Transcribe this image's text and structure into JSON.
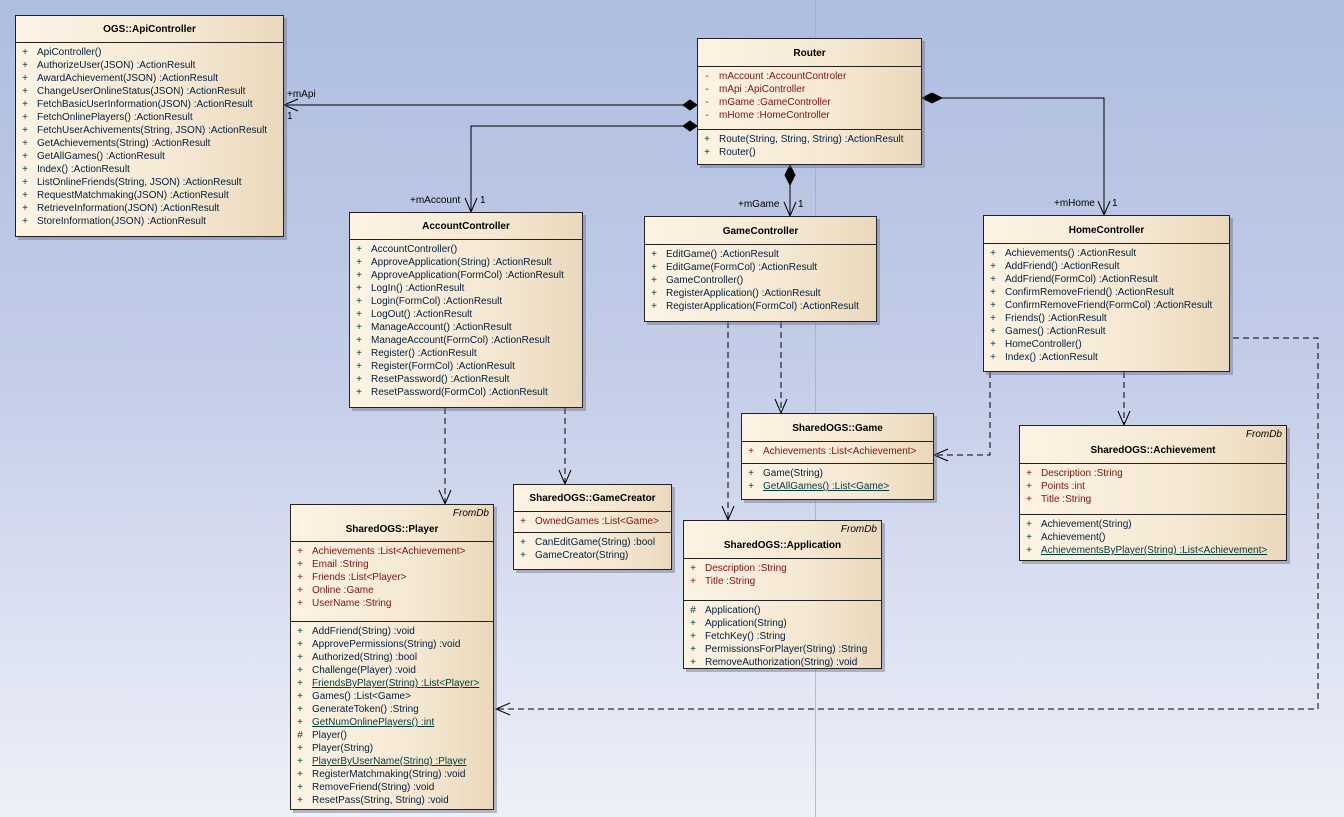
{
  "classes": {
    "api": {
      "title": "OGS::ApiController",
      "operations": [
        {
          "vis": "+",
          "text": "ApiController()"
        },
        {
          "vis": "+",
          "text": "AuthorizeUser(JSON)  :ActionResult"
        },
        {
          "vis": "+",
          "text": "AwardAchievement(JSON)  :ActionResult"
        },
        {
          "vis": "+",
          "text": "ChangeUserOnlineStatus(JSON)  :ActionResult"
        },
        {
          "vis": "+",
          "text": "FetchBasicUserInformation(JSON)  :ActionResult"
        },
        {
          "vis": "+",
          "text": "FetchOnlinePlayers()  :ActionResult"
        },
        {
          "vis": "+",
          "text": "FetchUserAchivements(String, JSON)  :ActionResult"
        },
        {
          "vis": "+",
          "text": "GetAchievements(String)  :ActionResult"
        },
        {
          "vis": "+",
          "text": "GetAllGames()  :ActionResult"
        },
        {
          "vis": "+",
          "text": "Index()  :ActionResult"
        },
        {
          "vis": "+",
          "text": "ListOnlineFriends(String, JSON)  :ActionResult"
        },
        {
          "vis": "+",
          "text": "RequestMatchmaking(JSON)  :ActionResult"
        },
        {
          "vis": "+",
          "text": "RetrieveInformation(JSON)  :ActionResult"
        },
        {
          "vis": "+",
          "text": "StoreInformation(JSON)  :ActionResult"
        }
      ]
    },
    "router": {
      "title": "Router",
      "attributes": [
        {
          "vis": "-",
          "text": "mAccount  :AccountControler"
        },
        {
          "vis": "-",
          "text": "mApi  :ApiController"
        },
        {
          "vis": "-",
          "text": "mGame  :GameController"
        },
        {
          "vis": "-",
          "text": "mHome  :HomeController"
        }
      ],
      "operations": [
        {
          "vis": "+",
          "text": "Route(String, String, String)  :ActionResult"
        },
        {
          "vis": "+",
          "text": "Router()"
        }
      ]
    },
    "account": {
      "title": "AccountController",
      "operations": [
        {
          "vis": "+",
          "text": "AccountController()"
        },
        {
          "vis": "+",
          "text": "ApproveApplication(String)  :ActionResult"
        },
        {
          "vis": "+",
          "text": "ApproveApplication(FormCol)  :ActionResult"
        },
        {
          "vis": "+",
          "text": "LogIn()  :ActionResult"
        },
        {
          "vis": "+",
          "text": "Login(FormCol)  :ActionResult"
        },
        {
          "vis": "+",
          "text": "LogOut()  :ActionResult"
        },
        {
          "vis": "+",
          "text": "ManageAccount()  :ActionResult"
        },
        {
          "vis": "+",
          "text": "ManageAccount(FormCol)  :ActionResult"
        },
        {
          "vis": "+",
          "text": "Register()  :ActionResult"
        },
        {
          "vis": "+",
          "text": "Register(FormCol)  :ActionResult"
        },
        {
          "vis": "+",
          "text": "ResetPassword()  :ActionResult"
        },
        {
          "vis": "+",
          "text": "ResetPassword(FormCol)  :ActionResult"
        }
      ]
    },
    "game_ctrl": {
      "title": "GameController",
      "operations": [
        {
          "vis": "+",
          "text": "EditGame()  :ActionResult"
        },
        {
          "vis": "+",
          "text": "EditGame(FormCol)  :ActionResult"
        },
        {
          "vis": "+",
          "text": "GameController()"
        },
        {
          "vis": "+",
          "text": "RegisterApplication()  :ActionResult"
        },
        {
          "vis": "+",
          "text": "RegisterApplication(FormCol)  :ActionResult"
        }
      ]
    },
    "home": {
      "title": "HomeController",
      "operations": [
        {
          "vis": "+",
          "text": "Achievements()  :ActionResult"
        },
        {
          "vis": "+",
          "text": "AddFriend()  :ActionResult"
        },
        {
          "vis": "+",
          "text": "AddFriend(FormCol)  :ActionResult"
        },
        {
          "vis": "+",
          "text": "ConfirmRemoveFriend()  :ActionResult"
        },
        {
          "vis": "+",
          "text": "ConfirmRemoveFriend(FormCol)  :ActionResult"
        },
        {
          "vis": "+",
          "text": "Friends()  :ActionResult"
        },
        {
          "vis": "+",
          "text": "Games()  :ActionResult"
        },
        {
          "vis": "+",
          "text": "HomeController()"
        },
        {
          "vis": "+",
          "text": "Index()  :ActionResult"
        }
      ]
    },
    "player": {
      "title": "SharedOGS::Player",
      "stereotype": "FromDb",
      "attributes": [
        {
          "vis": "+",
          "text": "Achievements  :List<Achievement>"
        },
        {
          "vis": "+",
          "text": "Email  :String"
        },
        {
          "vis": "+",
          "text": "Friends  :List<Player>"
        },
        {
          "vis": "+",
          "text": "Online  :Game"
        },
        {
          "vis": "+",
          "text": "UserName  :String"
        }
      ],
      "operations": [
        {
          "vis": "+",
          "text": "AddFriend(String)  :void"
        },
        {
          "vis": "+",
          "text": "ApprovePermissions(String)  :void"
        },
        {
          "vis": "+",
          "text": "Authorized(String)  :bool"
        },
        {
          "vis": "+",
          "text": "Challenge(Player)  :void"
        },
        {
          "vis": "+",
          "text": "FriendsByPlayer(String)  :List<Player>",
          "static": true
        },
        {
          "vis": "+",
          "text": "Games()  :List<Game>"
        },
        {
          "vis": "+",
          "text": "GenerateToken()  :String"
        },
        {
          "vis": "+",
          "text": "GetNumOnlinePlayers()  :int",
          "static": true
        },
        {
          "vis": "#",
          "text": "Player()"
        },
        {
          "vis": "+",
          "text": "Player(String)"
        },
        {
          "vis": "+",
          "text": "PlayerByUserName(String)  :Player",
          "static": true
        },
        {
          "vis": "+",
          "text": "RegisterMatchmaking(String)  :void"
        },
        {
          "vis": "+",
          "text": "RemoveFriend(String)  :void"
        },
        {
          "vis": "+",
          "text": "ResetPass(String, String)  :void"
        }
      ]
    },
    "gamecreator": {
      "title": "SharedOGS::GameCreator",
      "attributes": [
        {
          "vis": "+",
          "text": "OwnedGames  :List<Game>"
        }
      ],
      "operations": [
        {
          "vis": "+",
          "text": "CanEditGame(String)  :bool"
        },
        {
          "vis": "+",
          "text": "GameCreator(String)"
        }
      ]
    },
    "game": {
      "title": "SharedOGS::Game",
      "attributes": [
        {
          "vis": "+",
          "text": "Achievements  :List<Achievement>"
        }
      ],
      "operations": [
        {
          "vis": "+",
          "text": "Game(String)"
        },
        {
          "vis": "+",
          "text": "GetAllGames()  :List<Game>",
          "static": true
        }
      ]
    },
    "application": {
      "title": "SharedOGS::Application",
      "stereotype": "FromDb",
      "attributes": [
        {
          "vis": "+",
          "text": "Description  :String"
        },
        {
          "vis": "+",
          "text": "Title  :String"
        }
      ],
      "operations": [
        {
          "vis": "#",
          "text": "Application()"
        },
        {
          "vis": "+",
          "text": "Application(String)"
        },
        {
          "vis": "+",
          "text": "FetchKey()  :String"
        },
        {
          "vis": "+",
          "text": "PermissionsForPlayer(String)  :String"
        },
        {
          "vis": "+",
          "text": "RemoveAuthorization(String)  :void"
        }
      ]
    },
    "achievement": {
      "title": "SharedOGS::Achievement",
      "stereotype": "FromDb",
      "attributes": [
        {
          "vis": "+",
          "text": "Description  :String"
        },
        {
          "vis": "+",
          "text": "Points  :int"
        },
        {
          "vis": "+",
          "text": "Title  :String"
        }
      ],
      "operations": [
        {
          "vis": "+",
          "text": "Achievement(String)"
        },
        {
          "vis": "+",
          "text": "Achievement()"
        },
        {
          "vis": "+",
          "text": "AchievementsByPlayer(String)  :List<Achievement>",
          "static": true
        }
      ]
    }
  },
  "associations": {
    "mApi": {
      "role": "+mApi",
      "mult": "1"
    },
    "mAccount": {
      "role": "+mAccount",
      "mult": "1"
    },
    "mGame": {
      "role": "+mGame",
      "mult": "1"
    },
    "mHome": {
      "role": "+mHome",
      "mult": "1"
    }
  }
}
